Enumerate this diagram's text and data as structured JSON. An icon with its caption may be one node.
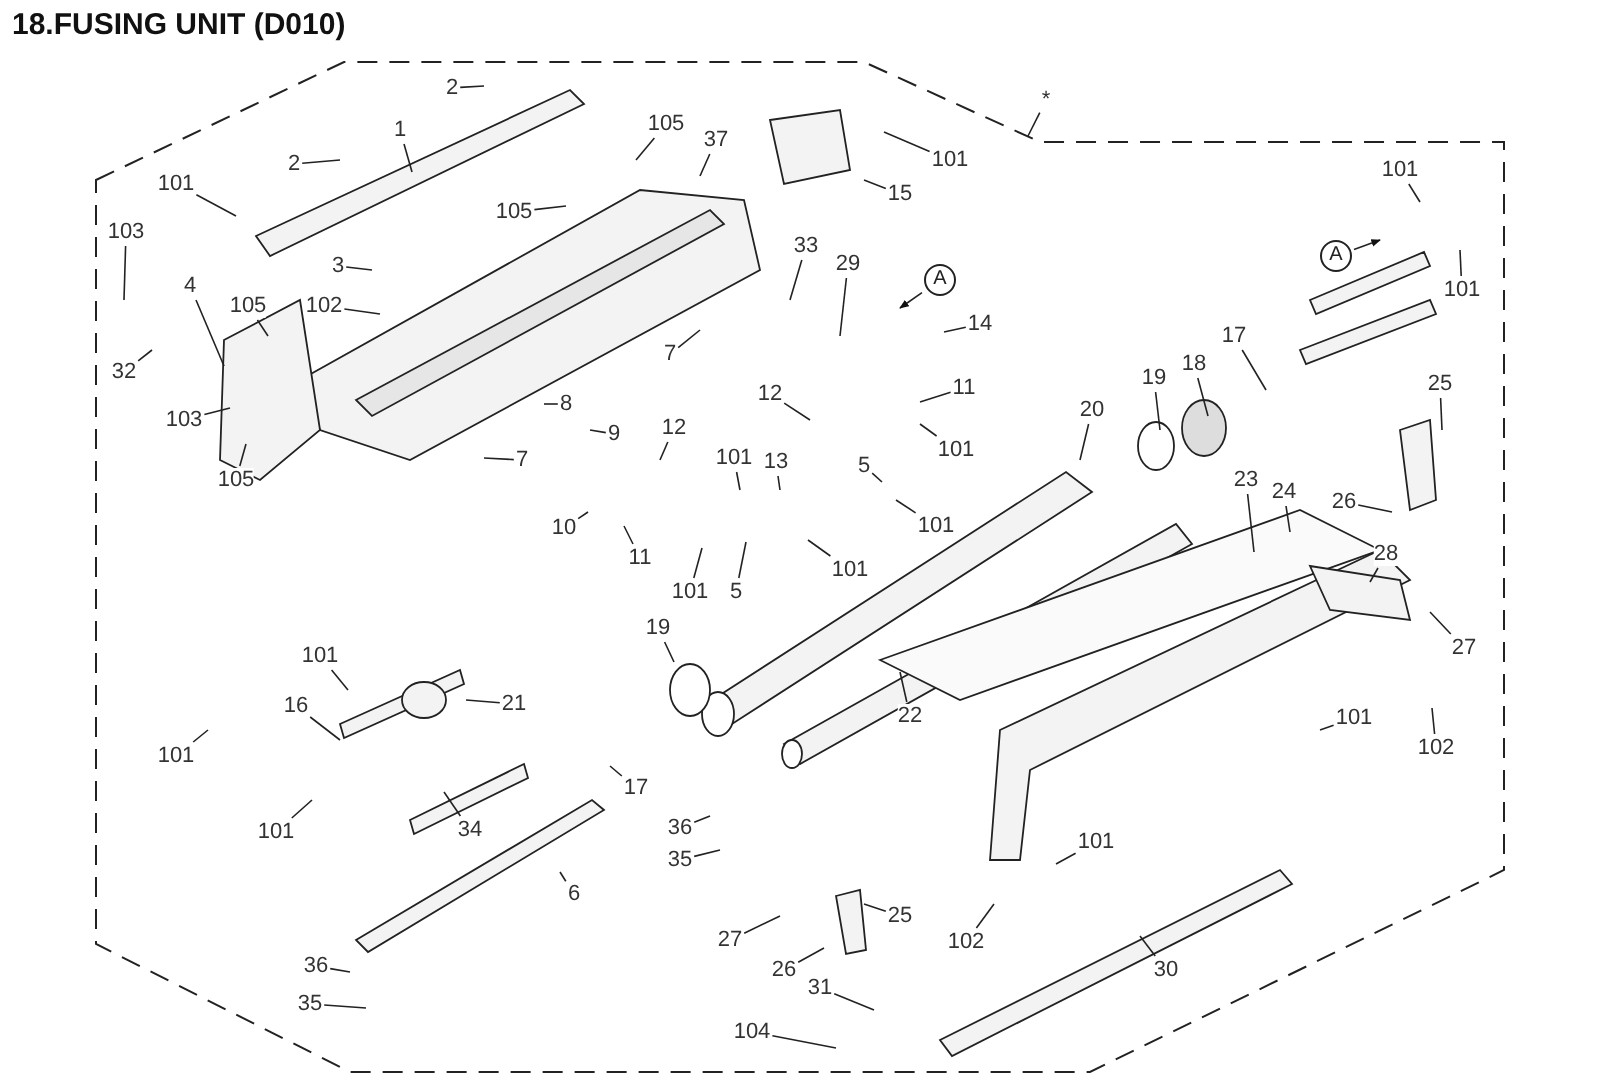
{
  "diagram": {
    "title": "18.FUSING UNIT (D010)",
    "nodes": [
      {
        "text": [
          "2"
        ]
      },
      {
        "text": [
          "2"
        ]
      },
      {
        "text": [
          "1"
        ]
      },
      {
        "text": [
          "105"
        ]
      },
      {
        "text": [
          "37"
        ]
      },
      {
        "text": [
          "101"
        ]
      },
      {
        "text": [
          "15"
        ]
      },
      {
        "text": [
          "*"
        ]
      },
      {
        "text": [
          "101"
        ]
      },
      {
        "text": [
          "103"
        ]
      },
      {
        "text": [
          "105"
        ]
      },
      {
        "text": [
          "3"
        ]
      },
      {
        "text": [
          "102"
        ]
      },
      {
        "text": [
          "4"
        ]
      },
      {
        "text": [
          "105"
        ]
      },
      {
        "text": [
          "32"
        ]
      },
      {
        "text": [
          "103"
        ]
      },
      {
        "text": [
          "105"
        ]
      },
      {
        "text": [
          "7"
        ]
      },
      {
        "text": [
          "7"
        ]
      },
      {
        "text": [
          "33"
        ]
      },
      {
        "text": [
          "29"
        ]
      },
      {
        "text": [
          "A"
        ]
      },
      {
        "text": [
          "14"
        ]
      },
      {
        "text": [
          "11"
        ]
      },
      {
        "text": [
          "12"
        ]
      },
      {
        "text": [
          "101"
        ]
      },
      {
        "text": [
          "8"
        ]
      },
      {
        "text": [
          "9"
        ]
      },
      {
        "text": [
          "12"
        ]
      },
      {
        "text": [
          "101"
        ]
      },
      {
        "text": [
          "13"
        ]
      },
      {
        "text": [
          "5"
        ]
      },
      {
        "text": [
          "101"
        ]
      },
      {
        "text": [
          "10"
        ]
      },
      {
        "text": [
          "11"
        ]
      },
      {
        "text": [
          "101"
        ]
      },
      {
        "text": [
          "5"
        ]
      },
      {
        "text": [
          "101"
        ]
      },
      {
        "text": [
          "20"
        ]
      },
      {
        "text": [
          "19"
        ]
      },
      {
        "text": [
          "18"
        ]
      },
      {
        "text": [
          "17"
        ]
      },
      {
        "text": [
          "101"
        ]
      },
      {
        "text": [
          "A"
        ]
      },
      {
        "text": [
          "101"
        ]
      },
      {
        "text": [
          "25"
        ]
      },
      {
        "text": [
          "26"
        ]
      },
      {
        "text": [
          "23"
        ]
      },
      {
        "text": [
          "24"
        ]
      },
      {
        "text": [
          "28"
        ]
      },
      {
        "text": [
          "27"
        ]
      },
      {
        "text": [
          "101"
        ]
      },
      {
        "text": [
          "102"
        ]
      },
      {
        "text": [
          "19"
        ]
      },
      {
        "text": [
          "22"
        ]
      },
      {
        "text": [
          "101"
        ]
      },
      {
        "text": [
          "21"
        ]
      },
      {
        "text": [
          "16"
        ]
      },
      {
        "text": [
          "101"
        ]
      },
      {
        "text": [
          "101"
        ]
      },
      {
        "text": [
          "34"
        ]
      },
      {
        "text": [
          "17"
        ]
      },
      {
        "text": [
          "36"
        ]
      },
      {
        "text": [
          "35"
        ]
      },
      {
        "text": [
          "6"
        ]
      },
      {
        "text": [
          "101"
        ]
      },
      {
        "text": [
          "27"
        ]
      },
      {
        "text": [
          "25"
        ]
      },
      {
        "text": [
          "26"
        ]
      },
      {
        "text": [
          "102"
        ]
      },
      {
        "text": [
          "30"
        ]
      },
      {
        "text": [
          "31"
        ]
      },
      {
        "text": [
          "104"
        ]
      },
      {
        "text": [
          "36"
        ]
      },
      {
        "text": [
          "35"
        ]
      }
    ],
    "edges": [
      {
        "from": 0,
        "to": null,
        "arrow": "none"
      },
      {
        "from": 1,
        "to": null,
        "arrow": "none"
      },
      {
        "from": 2,
        "to": null,
        "arrow": "none"
      },
      {
        "from": 3,
        "to": null,
        "arrow": "none"
      },
      {
        "from": 4,
        "to": null,
        "arrow": "none"
      },
      {
        "from": 5,
        "to": null,
        "arrow": "none"
      },
      {
        "from": 6,
        "to": null,
        "arrow": "none"
      },
      {
        "from": 7,
        "to": null,
        "arrow": "none"
      },
      {
        "from": 8,
        "to": null,
        "arrow": "none"
      },
      {
        "from": 9,
        "to": null,
        "arrow": "none"
      },
      {
        "from": 10,
        "to": null,
        "arrow": "none"
      },
      {
        "from": 11,
        "to": null,
        "arrow": "none"
      },
      {
        "from": 12,
        "to": null,
        "arrow": "none"
      },
      {
        "from": 13,
        "to": null,
        "arrow": "none"
      },
      {
        "from": 14,
        "to": null,
        "arrow": "none"
      },
      {
        "from": 15,
        "to": null,
        "arrow": "none"
      },
      {
        "from": 16,
        "to": null,
        "arrow": "none"
      },
      {
        "from": 17,
        "to": null,
        "arrow": "none"
      },
      {
        "from": 18,
        "to": null,
        "arrow": "none"
      },
      {
        "from": 19,
        "to": null,
        "arrow": "none"
      },
      {
        "from": 20,
        "to": null,
        "arrow": "none"
      },
      {
        "from": 21,
        "to": null,
        "arrow": "none"
      },
      {
        "from": 22,
        "to": null,
        "arrow": "to"
      },
      {
        "from": 23,
        "to": null,
        "arrow": "none"
      },
      {
        "from": 24,
        "to": null,
        "arrow": "none"
      },
      {
        "from": 25,
        "to": null,
        "arrow": "none"
      },
      {
        "from": 26,
        "to": null,
        "arrow": "none"
      },
      {
        "from": 27,
        "to": null,
        "arrow": "none"
      },
      {
        "from": 28,
        "to": null,
        "arrow": "none"
      },
      {
        "from": 29,
        "to": null,
        "arrow": "none"
      },
      {
        "from": 30,
        "to": null,
        "arrow": "none"
      },
      {
        "from": 31,
        "to": null,
        "arrow": "none"
      },
      {
        "from": 32,
        "to": null,
        "arrow": "none"
      },
      {
        "from": 33,
        "to": null,
        "arrow": "none"
      },
      {
        "from": 34,
        "to": null,
        "arrow": "none"
      },
      {
        "from": 35,
        "to": null,
        "arrow": "none"
      },
      {
        "from": 36,
        "to": null,
        "arrow": "none"
      },
      {
        "from": 37,
        "to": null,
        "arrow": "none"
      },
      {
        "from": 38,
        "to": null,
        "arrow": "none"
      },
      {
        "from": 39,
        "to": null,
        "arrow": "none"
      },
      {
        "from": 40,
        "to": null,
        "arrow": "none"
      },
      {
        "from": 41,
        "to": null,
        "arrow": "none"
      },
      {
        "from": 42,
        "to": null,
        "arrow": "none"
      },
      {
        "from": 43,
        "to": null,
        "arrow": "none"
      },
      {
        "from": 44,
        "to": null,
        "arrow": "to"
      },
      {
        "from": 45,
        "to": null,
        "arrow": "none"
      },
      {
        "from": 46,
        "to": null,
        "arrow": "none"
      },
      {
        "from": 47,
        "to": null,
        "arrow": "none"
      },
      {
        "from": 48,
        "to": null,
        "arrow": "none"
      },
      {
        "from": 49,
        "to": null,
        "arrow": "none"
      },
      {
        "from": 50,
        "to": null,
        "arrow": "none"
      },
      {
        "from": 51,
        "to": null,
        "arrow": "none"
      },
      {
        "from": 52,
        "to": null,
        "arrow": "none"
      },
      {
        "from": 53,
        "to": null,
        "arrow": "none"
      },
      {
        "from": 54,
        "to": null,
        "arrow": "none"
      },
      {
        "from": 55,
        "to": null,
        "arrow": "none"
      },
      {
        "from": 56,
        "to": null,
        "arrow": "none"
      },
      {
        "from": 57,
        "to": null,
        "arrow": "none"
      },
      {
        "from": 58,
        "to": null,
        "arrow": "none"
      },
      {
        "from": 59,
        "to": null,
        "arrow": "none"
      },
      {
        "from": 60,
        "to": null,
        "arrow": "none"
      },
      {
        "from": 61,
        "to": null,
        "arrow": "none"
      },
      {
        "from": 62,
        "to": null,
        "arrow": "none"
      },
      {
        "from": 63,
        "to": null,
        "arrow": "none"
      },
      {
        "from": 64,
        "to": null,
        "arrow": "none"
      },
      {
        "from": 65,
        "to": null,
        "arrow": "none"
      },
      {
        "from": 66,
        "to": null,
        "arrow": "none"
      },
      {
        "from": 67,
        "to": null,
        "arrow": "none"
      },
      {
        "from": 68,
        "to": null,
        "arrow": "none"
      },
      {
        "from": 69,
        "to": null,
        "arrow": "none"
      },
      {
        "from": 70,
        "to": null,
        "arrow": "none"
      },
      {
        "from": 71,
        "to": null,
        "arrow": "none"
      },
      {
        "from": 72,
        "to": null,
        "arrow": "none"
      },
      {
        "from": 73,
        "to": null,
        "arrow": "none"
      },
      {
        "from": 74,
        "to": null,
        "arrow": "none"
      },
      {
        "from": 75,
        "to": null,
        "arrow": "none"
      }
    ]
  }
}
